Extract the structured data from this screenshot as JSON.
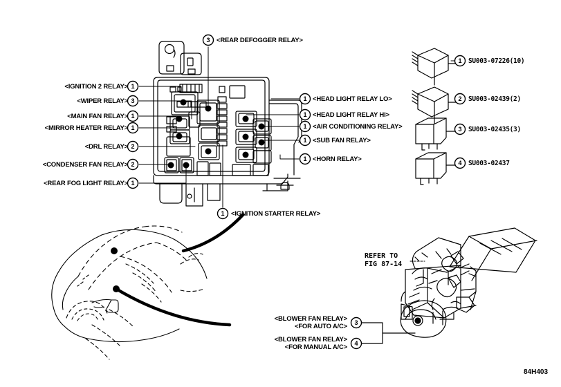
{
  "figure": {
    "id": "84H403",
    "refer_note": "REFER TO\nFIG 87-14"
  },
  "fuse_box": {
    "left_callouts": [
      {
        "label": "<IGNITION 2 RELAY>",
        "num": "1"
      },
      {
        "label": "<WIPER RELAY>",
        "num": "3"
      },
      {
        "label": "<MAIN FAN RELAY>",
        "num": "1"
      },
      {
        "label": "<MIRROR HEATER RELAY>",
        "num": "1"
      },
      {
        "label": "<DRL RELAY>",
        "num": "2"
      },
      {
        "label": "<CONDENSER FAN RELAY>",
        "num": "2"
      },
      {
        "label": "<REAR FOG LIGHT RELAY>",
        "num": "1"
      }
    ],
    "right_callouts": [
      {
        "label": "<HEAD LIGHT RELAY LO>",
        "num": "1"
      },
      {
        "label": "<HEAD LIGHT RELAY HI>",
        "num": "1"
      },
      {
        "label": "<AIR CONDITIONING RELAY>",
        "num": "1"
      },
      {
        "label": "<SUB FAN RELAY>",
        "num": "1"
      },
      {
        "label": "<HORN RELAY>",
        "num": "1"
      }
    ],
    "top_callout": {
      "label": "<REAR DEFOGGER RELAY>",
      "num": "3"
    },
    "bottom_callout": {
      "label": "<IGNITION STARTER RELAY>",
      "num": "1"
    }
  },
  "legend": {
    "items": [
      {
        "num": "1",
        "part": "SU003-07226(10)",
        "shape": "angled-relay"
      },
      {
        "num": "2",
        "part": "SU003-02439(2)",
        "shape": "angled-relay"
      },
      {
        "num": "3",
        "part": "SU003-02435(3)",
        "shape": "cube-relay"
      },
      {
        "num": "4",
        "part": "SU003-02437",
        "shape": "cube-relay"
      }
    ]
  },
  "blower": {
    "callouts": [
      {
        "label_line1": "<BLOWER FAN RELAY>",
        "label_line2": "<FOR AUTO A/C>",
        "num": "3"
      },
      {
        "label_line1": "<BLOWER FAN RELAY>",
        "label_line2": "<FOR MANUAL A/C>",
        "num": "4"
      }
    ]
  },
  "colors": {
    "ink": "#000000",
    "paper": "#ffffff"
  }
}
